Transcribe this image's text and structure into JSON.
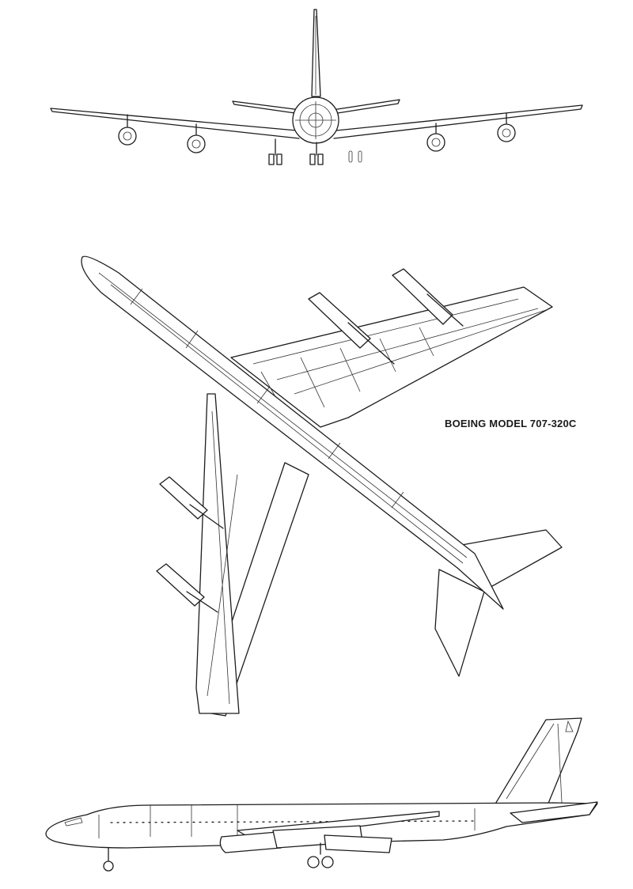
{
  "drawing": {
    "title": "BOEING MODEL 707-320C",
    "views": [
      {
        "name": "front-view"
      },
      {
        "name": "plan-view"
      },
      {
        "name": "side-view"
      }
    ]
  },
  "colors": {
    "paper": "#ffffff",
    "ink": "#1c1c1c"
  }
}
